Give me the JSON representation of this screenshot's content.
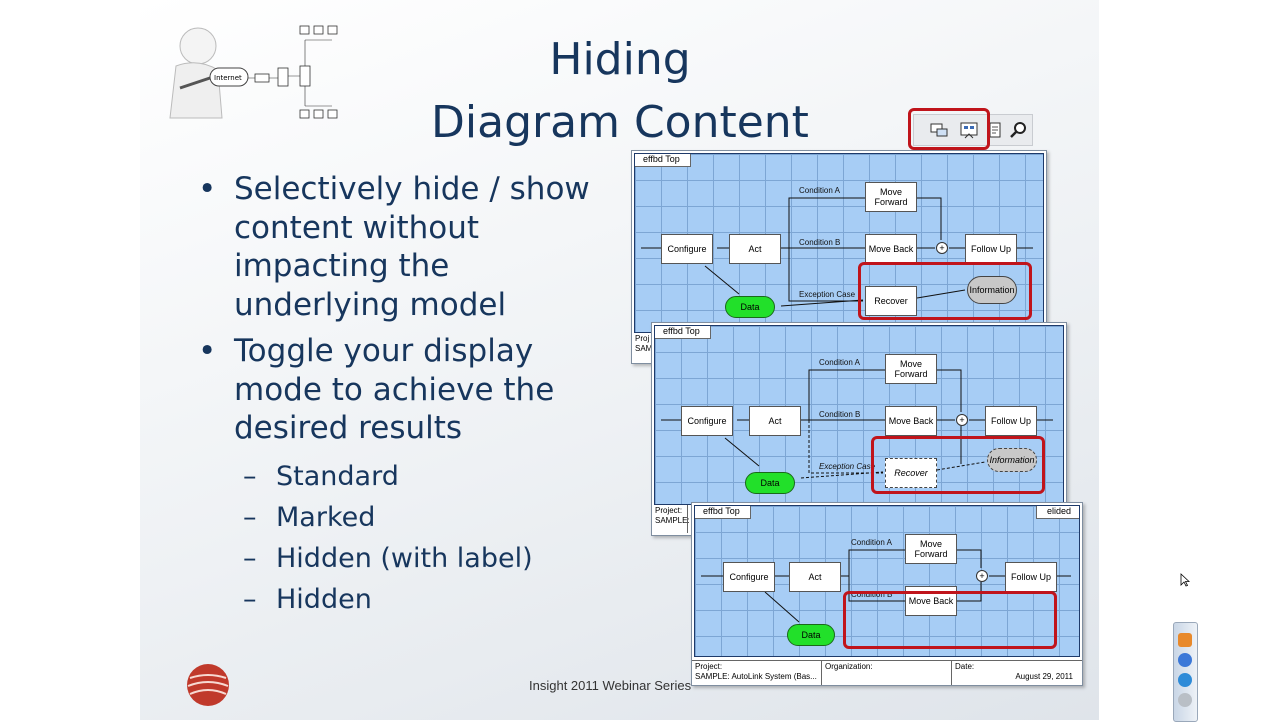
{
  "slide": {
    "title_line1": "Hiding",
    "title_line2": "Diagram Content",
    "bullets": [
      {
        "text_lines": [
          "Selectively hide / show",
          "content without",
          "impacting the",
          "underlying model"
        ]
      },
      {
        "text_lines": [
          "Toggle your display",
          "mode to achieve the",
          "desired results"
        ]
      }
    ],
    "sub_bullets": [
      "Standard",
      "Marked",
      "Hidden (with label)",
      "Hidden"
    ],
    "footer": "Insight 2011 Webinar Series",
    "colors": {
      "title": "#17365d",
      "highlight": "#c0141b",
      "diagram_bg": "#a7cdf5",
      "data_node": "#22e02a"
    }
  },
  "toolbar": {
    "icons": [
      "mark-toggle-icon",
      "display-mode-icon",
      "page-icon",
      "zoom-icon"
    ]
  },
  "panels": [
    {
      "tab": "effbd Top",
      "nodes": {
        "configure": "Configure",
        "act": "Act",
        "move_forward_1": "Move",
        "move_forward_2": "Forward",
        "move_back": "Move Back",
        "follow_up": "Follow Up",
        "recover": "Recover",
        "data": "Data",
        "information": "Information"
      },
      "edges": {
        "cond_a": "Condition A",
        "cond_b": "Condition B",
        "exception": "Exception Case"
      },
      "footer_project": "Proj",
      "footer_sample": "SAMP"
    },
    {
      "tab": "effbd Top",
      "nodes": {
        "configure": "Configure",
        "act": "Act",
        "move_forward_1": "Move",
        "move_forward_2": "Forward",
        "move_back": "Move Back",
        "follow_up": "Follow Up",
        "recover": "Recover",
        "data": "Data",
        "information": "Information"
      },
      "edges": {
        "cond_a": "Condition A",
        "cond_b": "Condition B",
        "exception": "Exception Case"
      },
      "footer_project": "Project:",
      "footer_sample": "SAMPLE:"
    },
    {
      "tab": "effbd Top",
      "tag": "elided",
      "nodes": {
        "configure": "Configure",
        "act": "Act",
        "move_forward_1": "Move",
        "move_forward_2": "Forward",
        "move_back": "Move Back",
        "follow_up": "Follow Up",
        "data": "Data"
      },
      "edges": {
        "cond_a": "Condition A",
        "cond_b": "Condition B"
      },
      "footer_project": "Project:",
      "footer_sample": "SAMPLE: AutoLink System (Bas...",
      "footer_org": "Organization:",
      "footer_date_label": "Date:",
      "footer_date": "August 29, 2011"
    }
  ]
}
